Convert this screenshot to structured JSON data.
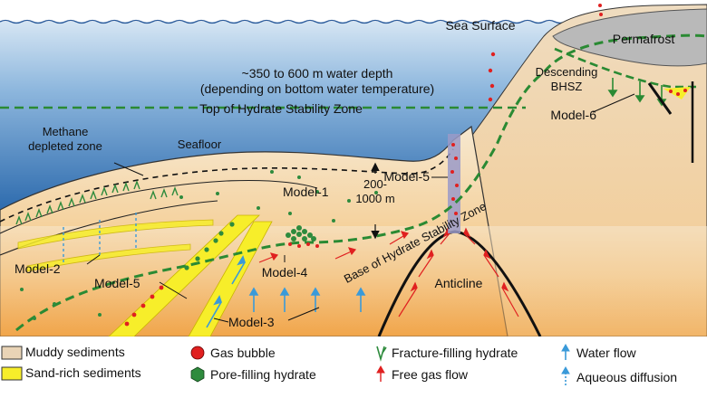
{
  "labels": {
    "sea_surface": "Sea Surface",
    "permafrost": "Permafrost",
    "water_depth_line1": "~350 to 600 m water depth",
    "water_depth_line2": "(depending on bottom water temperature)",
    "top_hsz": "Top of Hydrate Stability Zone",
    "descending_line1": "Descending",
    "descending_line2": "BHSZ",
    "model_6": "Model-6",
    "methane_line1": "Methane",
    "methane_line2": "depleted zone",
    "seafloor": "Seafloor",
    "thickness_line1": "200-",
    "thickness_line2": "1000 m",
    "model_5_upper": "Model-5",
    "model_1": "Model-1",
    "base_hsz": "Base of Hydrate Stability Zone",
    "model_2": "Model-2",
    "model_5_lower": "Model-5",
    "model_4": "Model-4",
    "anticline": "Anticline",
    "model_3": "Model-3"
  },
  "legend": [
    {
      "label": "Muddy sediments",
      "icon": "muddy-swatch"
    },
    {
      "label": "Sand-rich sediments",
      "icon": "sand-swatch"
    },
    {
      "label": "Gas bubble",
      "icon": "red-circle"
    },
    {
      "label": "Pore-filling hydrate",
      "icon": "green-hexagon"
    },
    {
      "label": "Fracture-filling hydrate",
      "icon": "green-fracture"
    },
    {
      "label": "Free gas flow",
      "icon": "red-arrow"
    },
    {
      "label": "Water flow",
      "icon": "blue-arrow"
    },
    {
      "label": "Aqueous diffusion",
      "icon": "blue-dashed-arrow"
    }
  ],
  "colors": {
    "sea_top": "#cfe0f0",
    "sea_bottom": "#2f6fb0",
    "sediment_top": "#f3e3c8",
    "sediment_bottom": "#f0a64a",
    "sand": "#f7ee2a",
    "gas": "#e02020",
    "hydrate": "#2e8b3d",
    "water": "#3a9ad9",
    "bhsz": "#2a8a33"
  }
}
